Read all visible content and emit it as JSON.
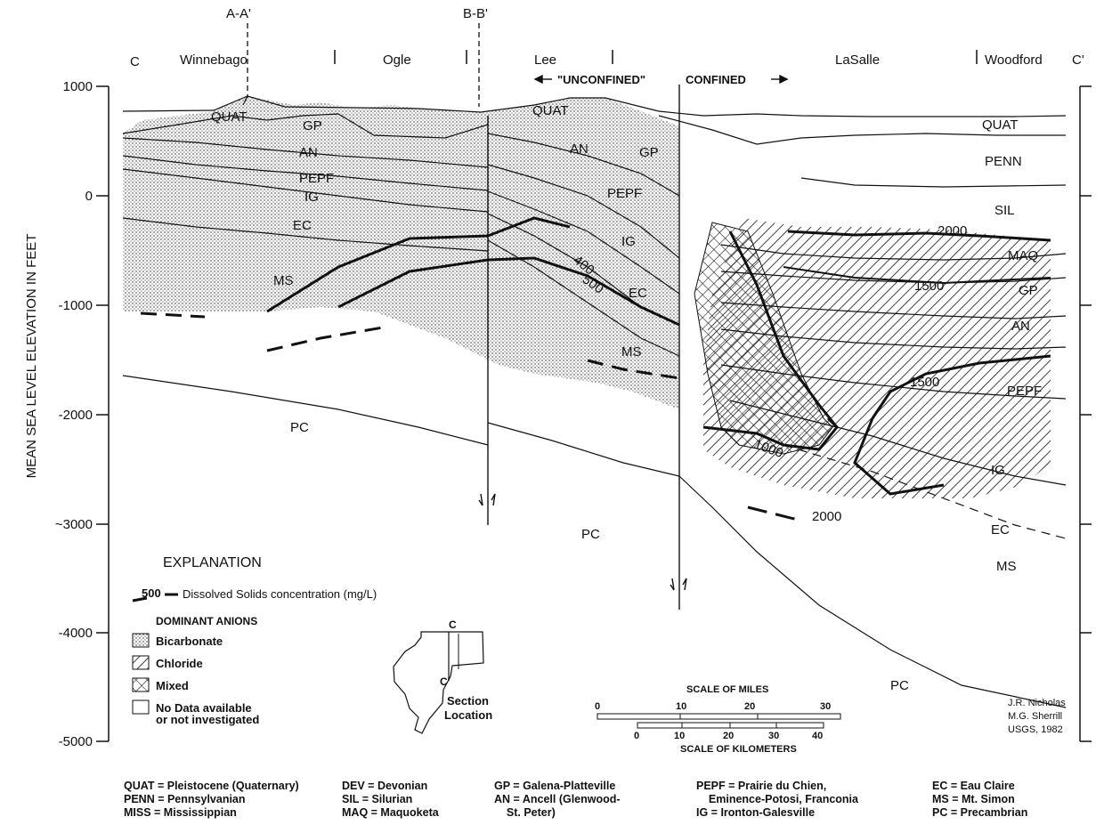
{
  "section": {
    "start_label": "C",
    "end_label": "C'",
    "profile_lines": [
      "A-A'",
      "B-B'"
    ],
    "counties": [
      "Winnebago",
      "Ogle",
      "Lee",
      "LaSalle",
      "Woodford"
    ],
    "unconfined_label": "\"UNCONFINED\"",
    "confined_label": "CONFINED"
  },
  "axis": {
    "label": "MEAN SEA LEVEL ELEVATION IN FEET",
    "ticks": [
      "1000",
      "0",
      "-1000",
      "-2000",
      "~3000",
      "-4000",
      "-5000"
    ]
  },
  "units": {
    "quat": "QUAT",
    "gp": "GP",
    "an": "AN",
    "pepf": "PEPF",
    "ig": "IG",
    "ec": "EC",
    "ms": "MS",
    "pc": "PC",
    "penn": "PENN",
    "sil": "SIL",
    "maq": "MAQ"
  },
  "contours": {
    "c400": "400",
    "c500": "500",
    "c1000": "1000",
    "c1500": "1500",
    "c2000": "2000"
  },
  "explanation": {
    "title": "EXPLANATION",
    "contour_sample": "500",
    "contour_text": "Dissolved Solids concentration (mg/L)",
    "anions_title": "DOMINANT ANIONS",
    "bicarbonate": "Bicarbonate",
    "chloride": "Chloride",
    "mixed": "Mixed",
    "nodata_1": "No Data available",
    "nodata_2": "or not investigated"
  },
  "location": {
    "top": "C",
    "bottom": "C'",
    "caption_1": "Section",
    "caption_2": "Location"
  },
  "scale": {
    "miles_title": "SCALE OF MILES",
    "miles_ticks": [
      "0",
      "10",
      "20",
      "30"
    ],
    "km_title": "SCALE OF KILOMETERS",
    "km_ticks": [
      "0",
      "10",
      "20",
      "30",
      "40"
    ]
  },
  "credit": [
    "J.R. Nicholas",
    "M.G. Sherrill",
    "USGS, 1982"
  ],
  "legend_abbreviations": [
    "QUAT = Pleistocene (Quaternary)\nPENN = Pennsylvanian\nMISS = Mississippian",
    "DEV = Devonian\nSIL = Silurian\nMAQ = Maquoketa",
    "GP = Galena-Platteville\nAN = Ancell (Glenwood-\n    St. Peter)",
    "PEPF = Prairie du Chien,\n    Eminence-Potosi, Franconia\nIG = Ironton-Galesville",
    "EC = Eau Claire\nMS = Mt. Simon\nPC = Precambrian"
  ]
}
